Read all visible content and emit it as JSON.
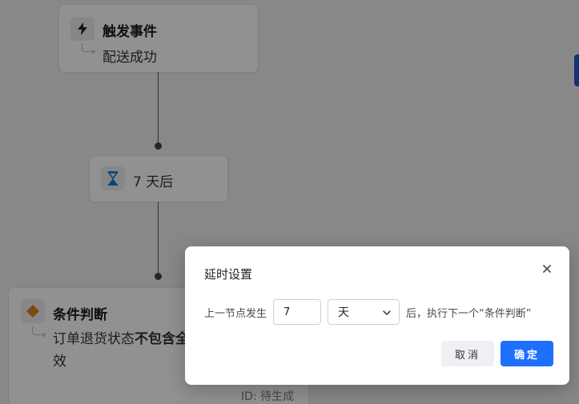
{
  "canvas": {
    "trigger_node": {
      "title": "触发事件",
      "subtitle": "配送成功",
      "icon": "lightning-icon"
    },
    "delay_node": {
      "label": "7 天后",
      "icon": "hourglass-icon",
      "icon_color": "#1677c8"
    },
    "condition_node": {
      "title": "条件判断",
      "desc_prefix": "订单退货状态",
      "desc_bold": "不包含全",
      "desc_line2": "效",
      "id_text": "ID: 待生成",
      "icon": "diamond-icon",
      "icon_color": "#e07b1a"
    }
  },
  "dialog": {
    "title": "延时设置",
    "close_icon": "close-icon",
    "prefix_label": "上一节点发生",
    "delay_value": "7",
    "unit_selected": "天",
    "suffix_label": "后，执行下一个“条件判断”",
    "cancel_label": "取消",
    "ok_label": "确定",
    "primary_color": "#1f6fff"
  }
}
